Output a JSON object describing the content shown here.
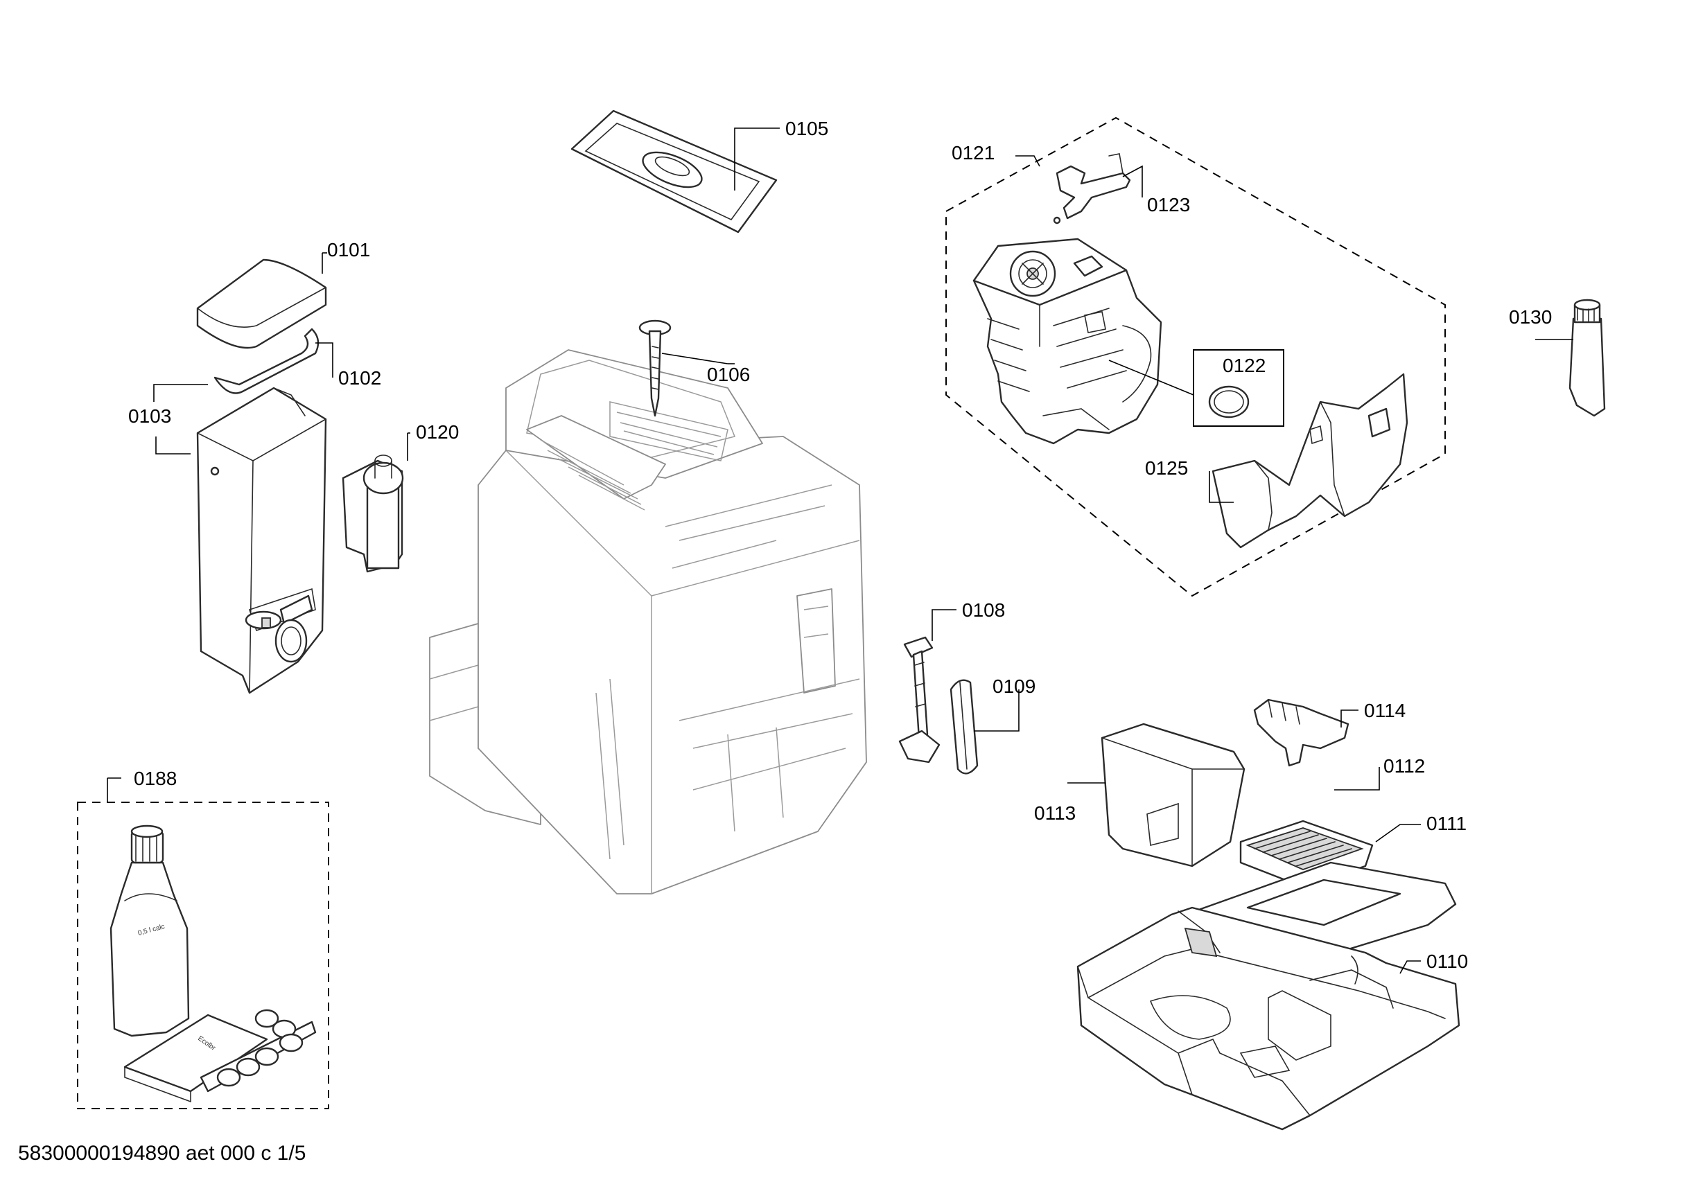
{
  "parts": [
    {
      "id": "0101",
      "label": "0101"
    },
    {
      "id": "0102",
      "label": "0102"
    },
    {
      "id": "0103",
      "label": "0103"
    },
    {
      "id": "0105",
      "label": "0105"
    },
    {
      "id": "0106",
      "label": "0106"
    },
    {
      "id": "0108",
      "label": "0108"
    },
    {
      "id": "0109",
      "label": "0109"
    },
    {
      "id": "0110",
      "label": "0110"
    },
    {
      "id": "0111",
      "label": "0111"
    },
    {
      "id": "0112",
      "label": "0112"
    },
    {
      "id": "0113",
      "label": "0113"
    },
    {
      "id": "0114",
      "label": "0114"
    },
    {
      "id": "0120",
      "label": "0120"
    },
    {
      "id": "0121",
      "label": "0121"
    },
    {
      "id": "0122",
      "label": "0122"
    },
    {
      "id": "0123",
      "label": "0123"
    },
    {
      "id": "0125",
      "label": "0125"
    },
    {
      "id": "0130",
      "label": "0130"
    },
    {
      "id": "0188",
      "label": "0188"
    }
  ],
  "product_prints": {
    "bottle": "0,5 l calc",
    "pack": "Ecolbr"
  },
  "drawing_reference": "58300000194890 aet 000 c 1/5"
}
